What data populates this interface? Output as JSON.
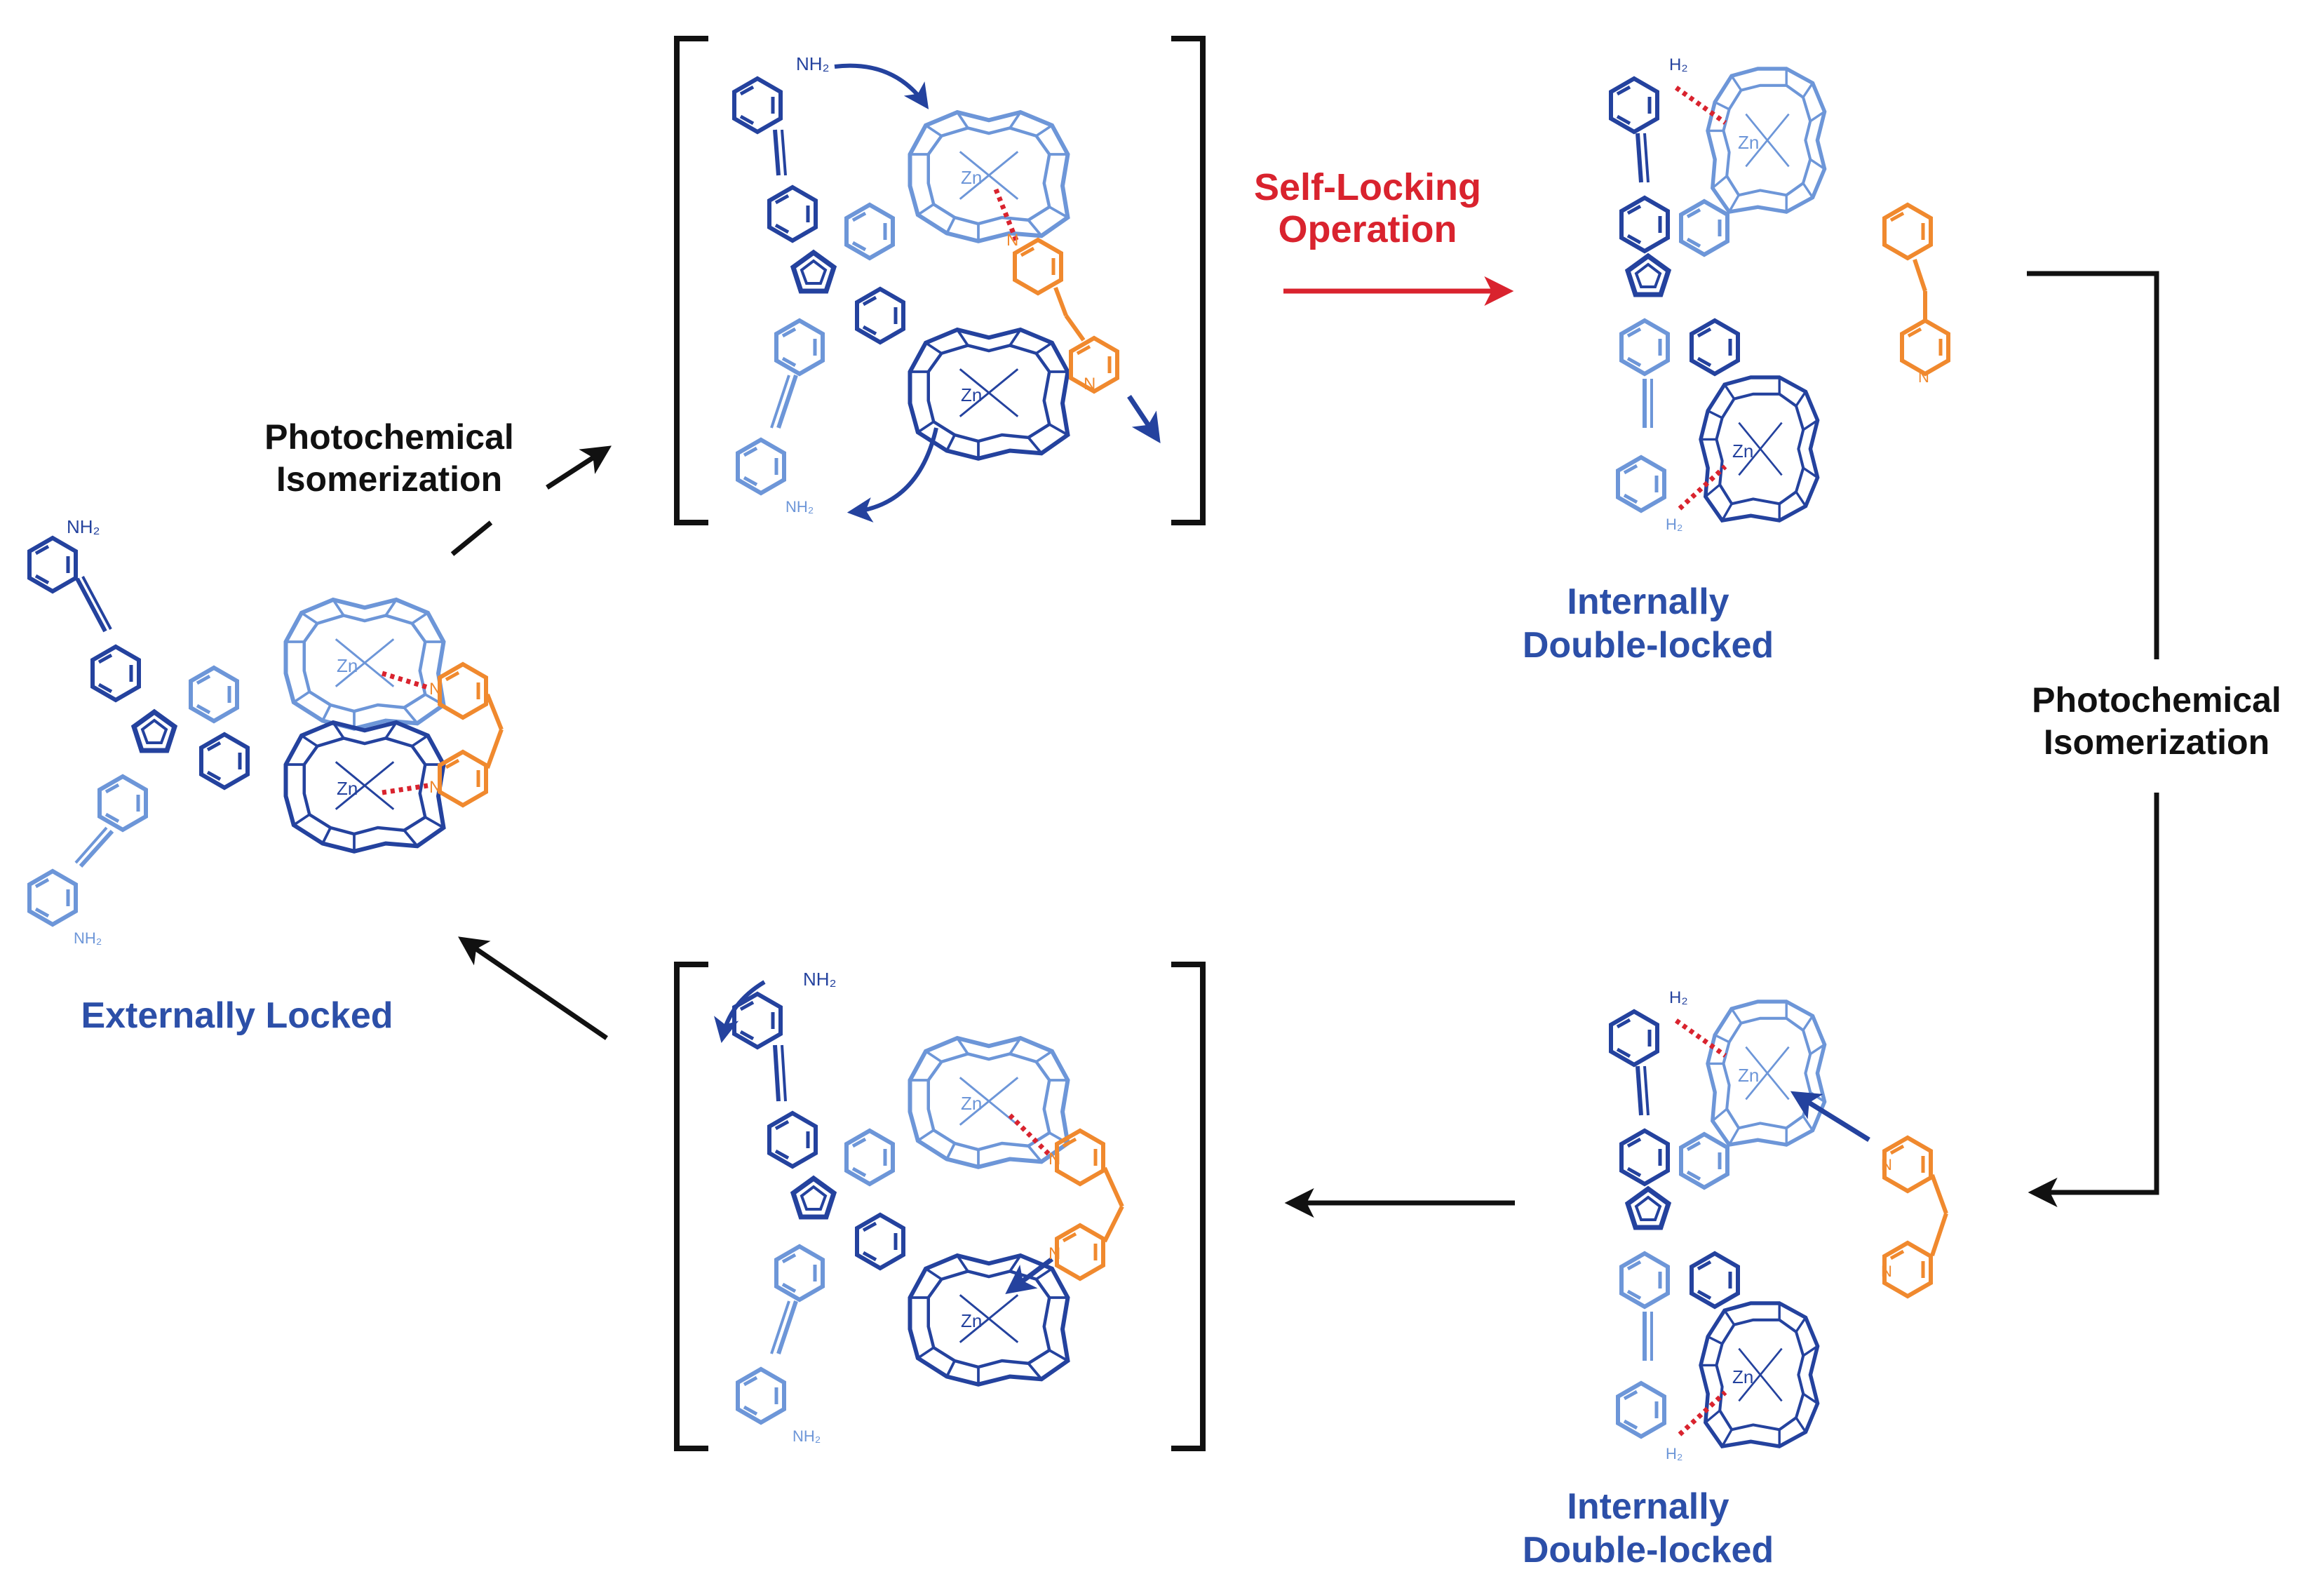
{
  "colors": {
    "dark_blue": "#24429e",
    "light_blue": "#6d96d8",
    "orange": "#f0892e",
    "red": "#d9232e",
    "black": "#111111"
  },
  "labels": {
    "self_locking_line1": "Self-Locking",
    "self_locking_line2": "Operation",
    "photo_left_line1": "Photochemical",
    "photo_left_line2": "Isomerization",
    "photo_right_line1": "Photochemical",
    "photo_right_line2": "Isomerization",
    "externally_locked": "Externally Locked",
    "internal_top_line1": "Internally",
    "internal_top_line2": "Double-locked",
    "internal_bottom_line1": "Internally",
    "internal_bottom_line2": "Double-locked"
  },
  "atoms": {
    "zn": "Zn",
    "n": "N",
    "nh2": "NH₂",
    "h2": "H₂"
  }
}
